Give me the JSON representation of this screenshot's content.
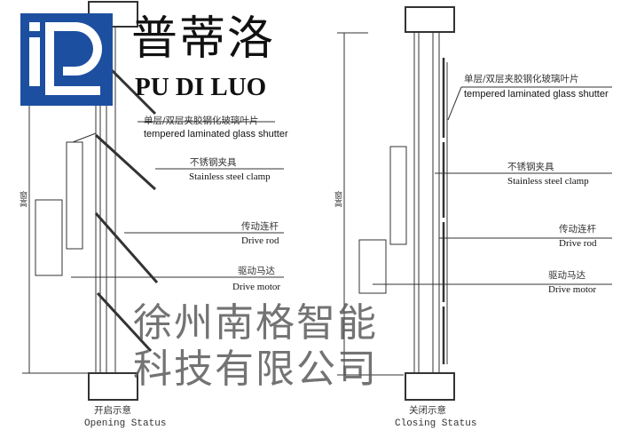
{
  "brand": {
    "name_cn": "普蒂洛",
    "name_en": "PU DI LUO",
    "logo_color": "#1d4fa0"
  },
  "dimension_label": "窗高",
  "labels": {
    "glass_cn": "单层/双层夹胶钢化玻璃叶片",
    "glass_en": "tempered laminated glass shutter",
    "clamp_cn": "不锈钢夹具",
    "clamp_en": "Stainless steel clamp",
    "rod_cn": "传动连杆",
    "rod_en": "Drive rod",
    "motor_cn": "驱动马达",
    "motor_en": "Drive motor"
  },
  "opening": {
    "title_cn": "开启示意",
    "title_en": "Opening Status"
  },
  "closing": {
    "title_cn": "关闭示意",
    "title_en": "Closing Status"
  },
  "watermark": "徐州南格智能科技有限公司"
}
